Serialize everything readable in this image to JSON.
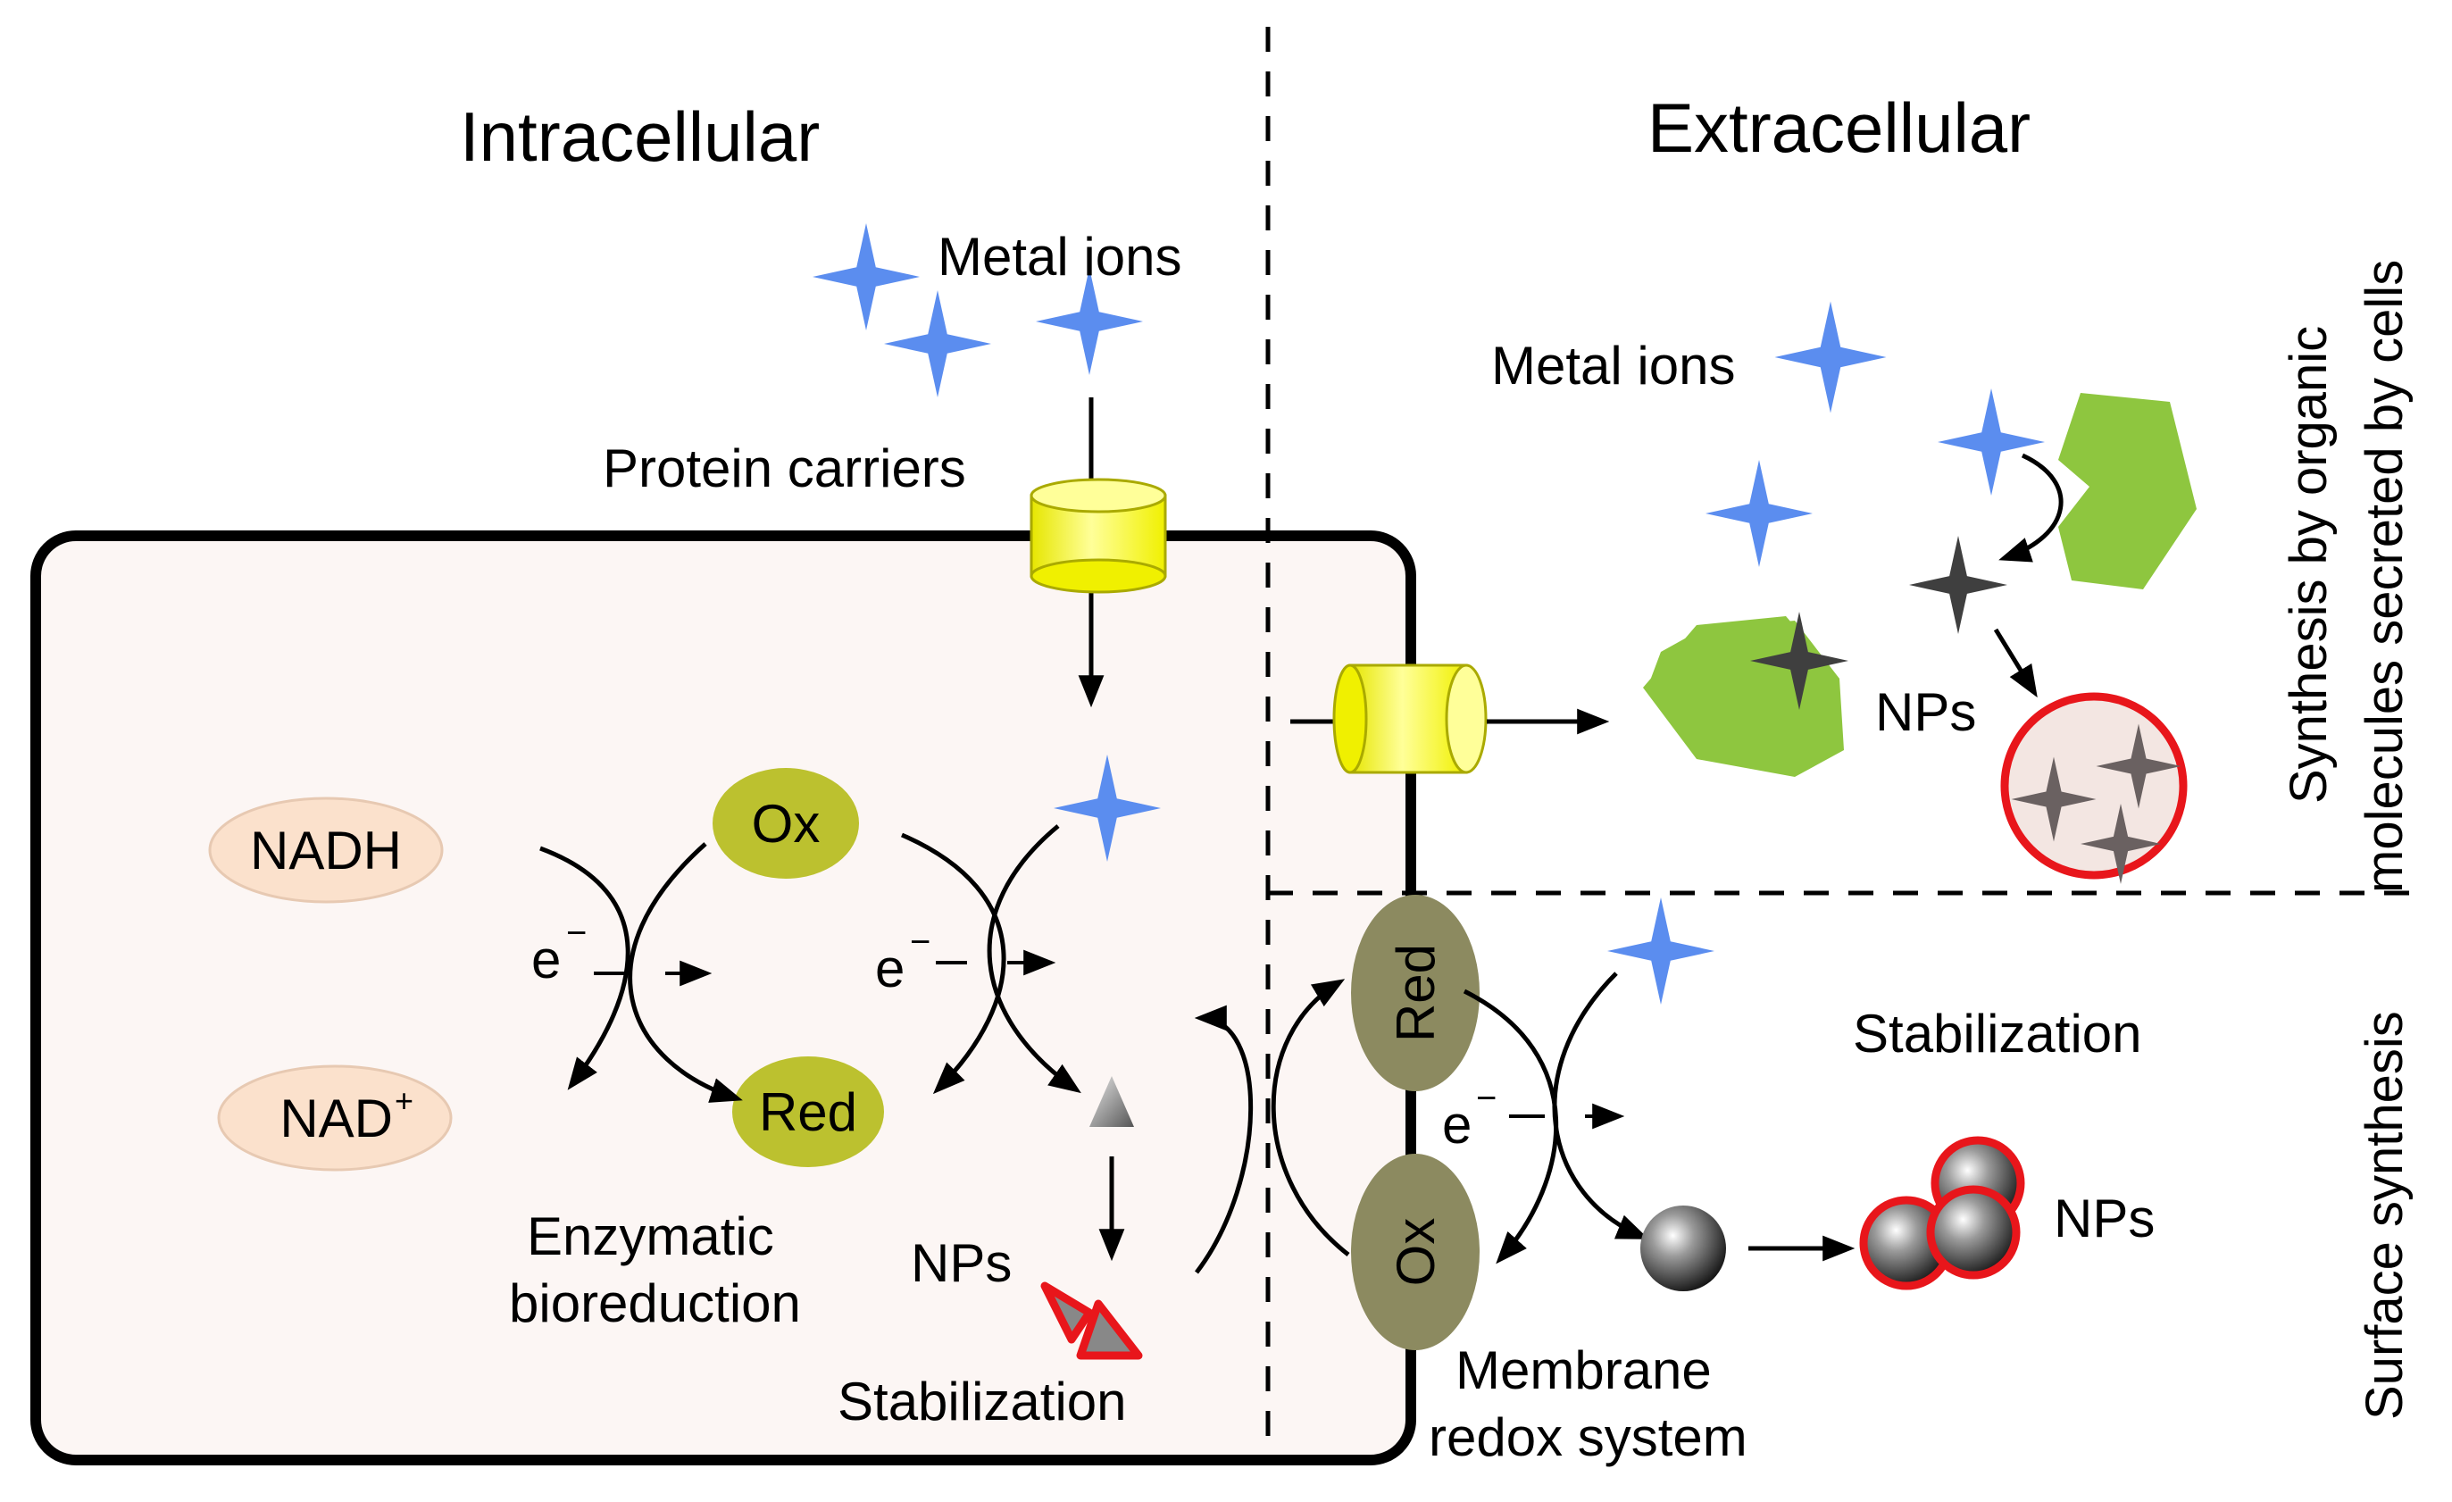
{
  "sections": {
    "intracellular": "Intracellular",
    "extracellular": "Extracellular"
  },
  "side_labels": {
    "organic_line1": "Synthesis by organic",
    "organic_line2": "molecules secreted by cells",
    "surface": "Surface synthesis"
  },
  "intracellular": {
    "metal_ions": "Metal ions",
    "protein_carriers": "Protein carriers",
    "nadh": "NADH",
    "nad": "NAD",
    "nad_sup": "+",
    "ox": "Ox",
    "red": "Red",
    "electron_1": "e",
    "electron_2": "e",
    "electron_sup": "−",
    "enzymatic_line1": "Enzymatic",
    "enzymatic_line2": "bioreduction",
    "nps": "NPs",
    "stabilization": "Stabilization"
  },
  "extracellular": {
    "metal_ions": "Metal ions",
    "nps": "NPs"
  },
  "surface": {
    "red": "Red",
    "ox": "Ox",
    "electron": "e",
    "electron_sup": "−",
    "stabilization": "Stabilization",
    "nps": "NPs",
    "membrane_line1": "Membrane",
    "membrane_line2": "redox system"
  },
  "colors": {
    "metal_ion": "#5b8def",
    "enzyme": "#bcc12f",
    "membrane_enzyme": "#8c8a60",
    "nadh": "#fbe1cc",
    "cell_fill": "#fcf6f4",
    "organic_molecule": "#8ec63f",
    "carrier": "#ffff66",
    "stabilizer_ring": "#e8161b"
  },
  "icons": [
    "metal-ion-star",
    "protein-carrier-cylinder",
    "nanoparticle-star",
    "nanoparticle-sphere",
    "nanoparticle-triangle",
    "organic-molecule-shape"
  ]
}
